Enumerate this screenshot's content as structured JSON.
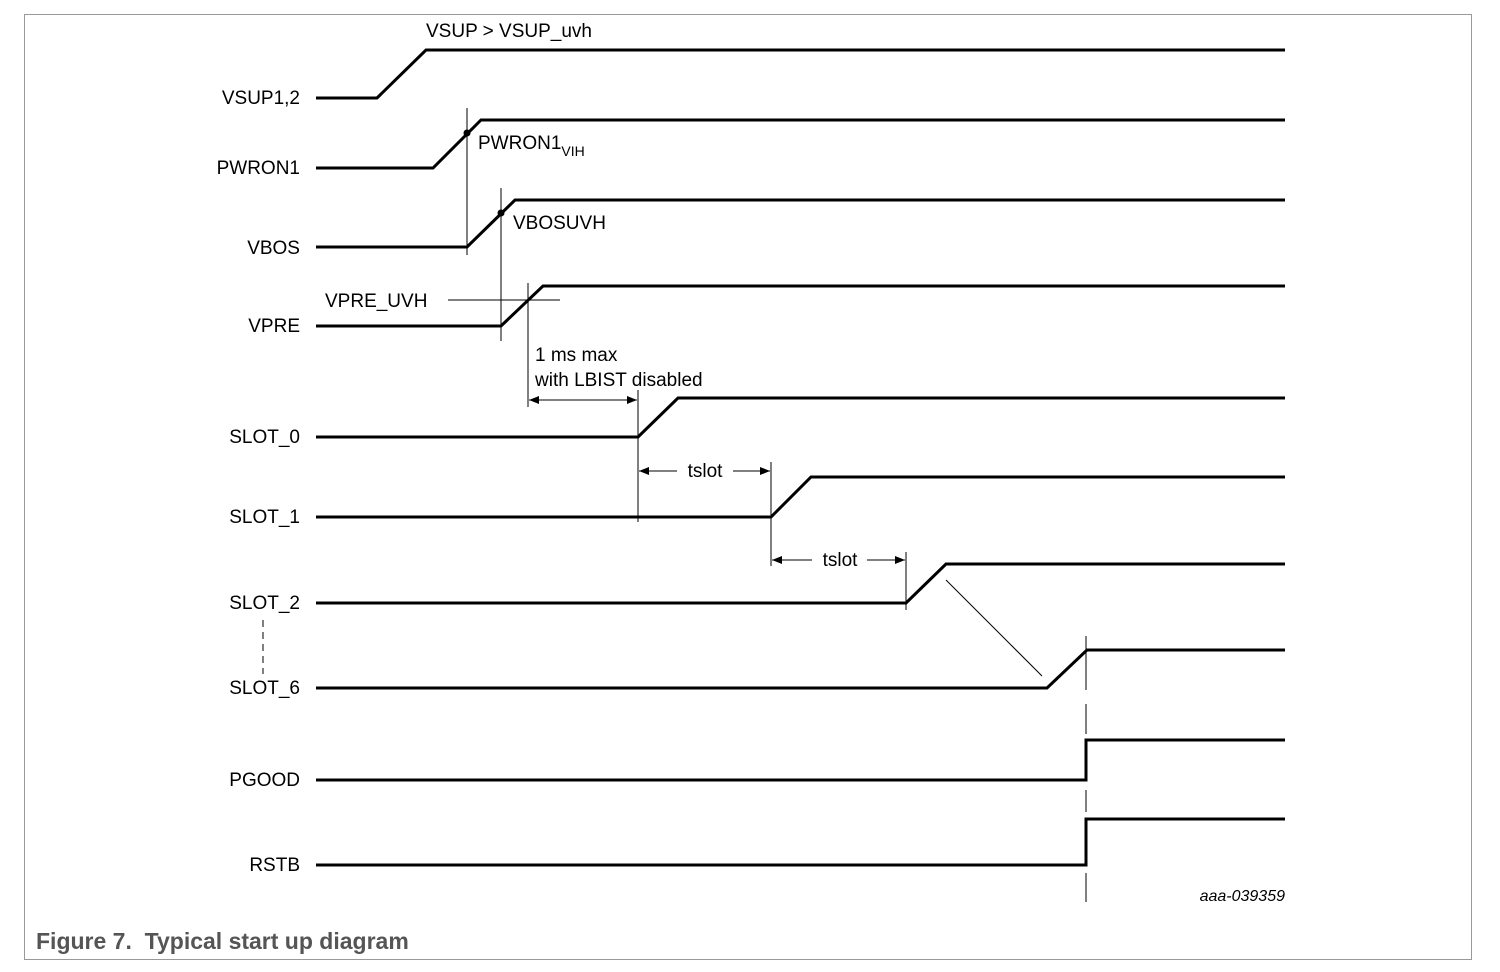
{
  "caption": "Figure 7.  Typical start up diagram",
  "signals": [
    {
      "id": "vsup",
      "label": "VSUP1,2"
    },
    {
      "id": "pwron1",
      "label": "PWRON1"
    },
    {
      "id": "vbos",
      "label": "VBOS"
    },
    {
      "id": "vpre",
      "label": "VPRE"
    },
    {
      "id": "slot0",
      "label": "SLOT_0"
    },
    {
      "id": "slot1",
      "label": "SLOT_1"
    },
    {
      "id": "slot2",
      "label": "SLOT_2"
    },
    {
      "id": "slot6",
      "label": "SLOT_6"
    },
    {
      "id": "pgood",
      "label": "PGOOD"
    },
    {
      "id": "rstb",
      "label": "RSTB"
    }
  ],
  "annotations": {
    "vsup_threshold": "VSUP > VSUP_uvh",
    "pwron1_threshold": "PWRON1",
    "pwron1_threshold_sub": "VIH",
    "vbos_threshold": "VBOSUVH",
    "vpre_threshold": "VPRE_UVH",
    "delay_line1": "1 ms max",
    "delay_line2": "with LBIST disabled",
    "tslot_1": "tslot",
    "tslot_2": "tslot"
  },
  "figure_code": "aaa-039359",
  "colors": {
    "line": "#000000",
    "caption": "#555555",
    "frame": "#9a9a9a"
  }
}
